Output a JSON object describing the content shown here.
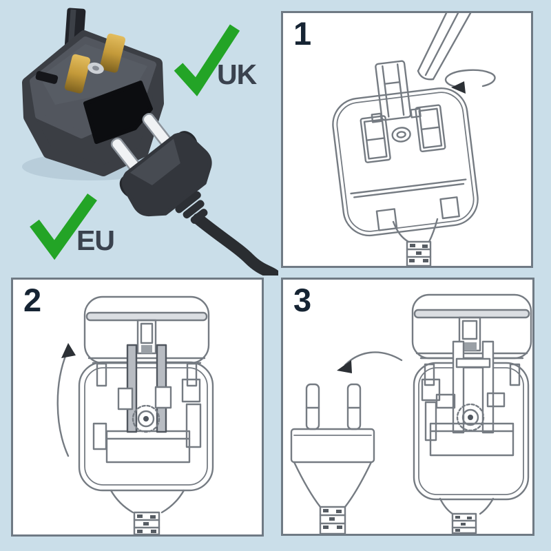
{
  "page": {
    "background_color": "#cadee9",
    "panel_background": "#ffffff",
    "panel_border_color": "#6f7a84",
    "line_art_color": "#757b82",
    "step_number_color": "#162433"
  },
  "overview": {
    "uk_label": "UK",
    "eu_label": "EU",
    "check_color": "#23a426",
    "label_color": "#3a424e",
    "photo": {
      "adapter": "black UK three-pin travel adapter with brass pins",
      "plug": "black two-pin europlug with cable"
    }
  },
  "steps": [
    {
      "number": "1",
      "shows": "screwdriver inserted beside earth pin and rotated"
    },
    {
      "number": "2",
      "shows": "adapter lid opened with europlug seated inside"
    },
    {
      "number": "3",
      "shows": "europlug removed from the opened adapter"
    }
  ]
}
